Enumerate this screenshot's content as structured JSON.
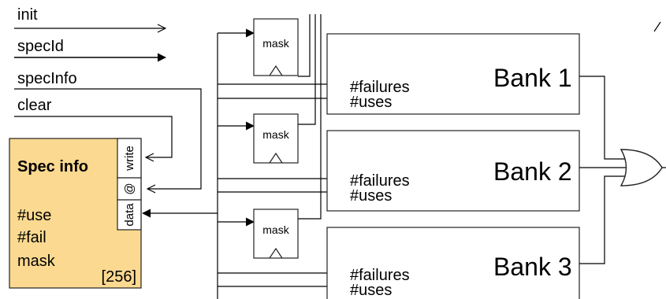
{
  "signals": {
    "init": "init",
    "specId": "specId",
    "specInfo": "specInfo",
    "clear": "clear"
  },
  "spec_table": {
    "title": "Spec info",
    "fields": [
      "#use",
      "#fail",
      "mask"
    ],
    "size": "[256]",
    "ports": [
      "write",
      "@",
      "data"
    ],
    "fill_color": "#fbd990"
  },
  "mask_label": "mask",
  "bank_inputs": [
    "#failures",
    "#uses"
  ],
  "banks": [
    {
      "label": "Bank 1",
      "inputs": [
        "#failures",
        "#uses"
      ]
    },
    {
      "label": "Bank 2",
      "inputs": [
        "#failures",
        "#uses"
      ]
    },
    {
      "label": "Bank 3",
      "inputs": [
        "#failures",
        "#uses"
      ]
    }
  ]
}
